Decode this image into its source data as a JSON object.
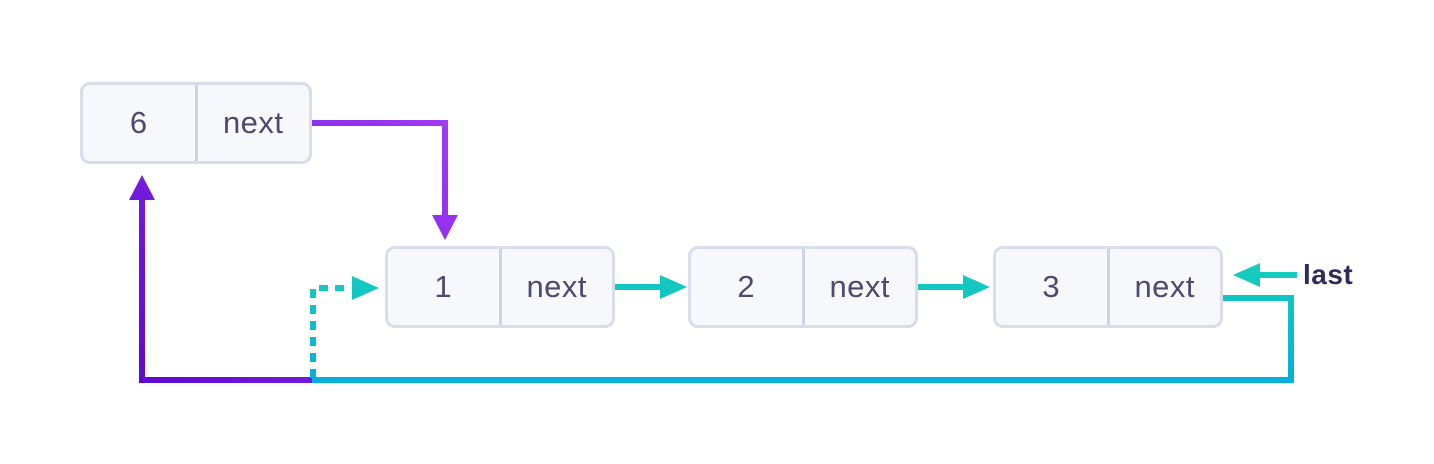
{
  "diagram": {
    "description": "circular linked list with node inserted at beginning",
    "nodes": [
      {
        "value": "6",
        "pointer_label": "next"
      },
      {
        "value": "1",
        "pointer_label": "next"
      },
      {
        "value": "2",
        "pointer_label": "next"
      },
      {
        "value": "3",
        "pointer_label": "next"
      }
    ],
    "labels": {
      "last": "last"
    },
    "colors": {
      "purple_dark": "#5c0ace",
      "purple_light": "#a43df8",
      "teal_green": "#1bd3b5",
      "teal_blue": "#00abe2",
      "node_fill": "#f7f8fc",
      "node_border": "#d9ddea",
      "node_divider": "#cdd3e2",
      "node_text": "#4d4a6e",
      "label_text": "#2f2c59"
    }
  }
}
